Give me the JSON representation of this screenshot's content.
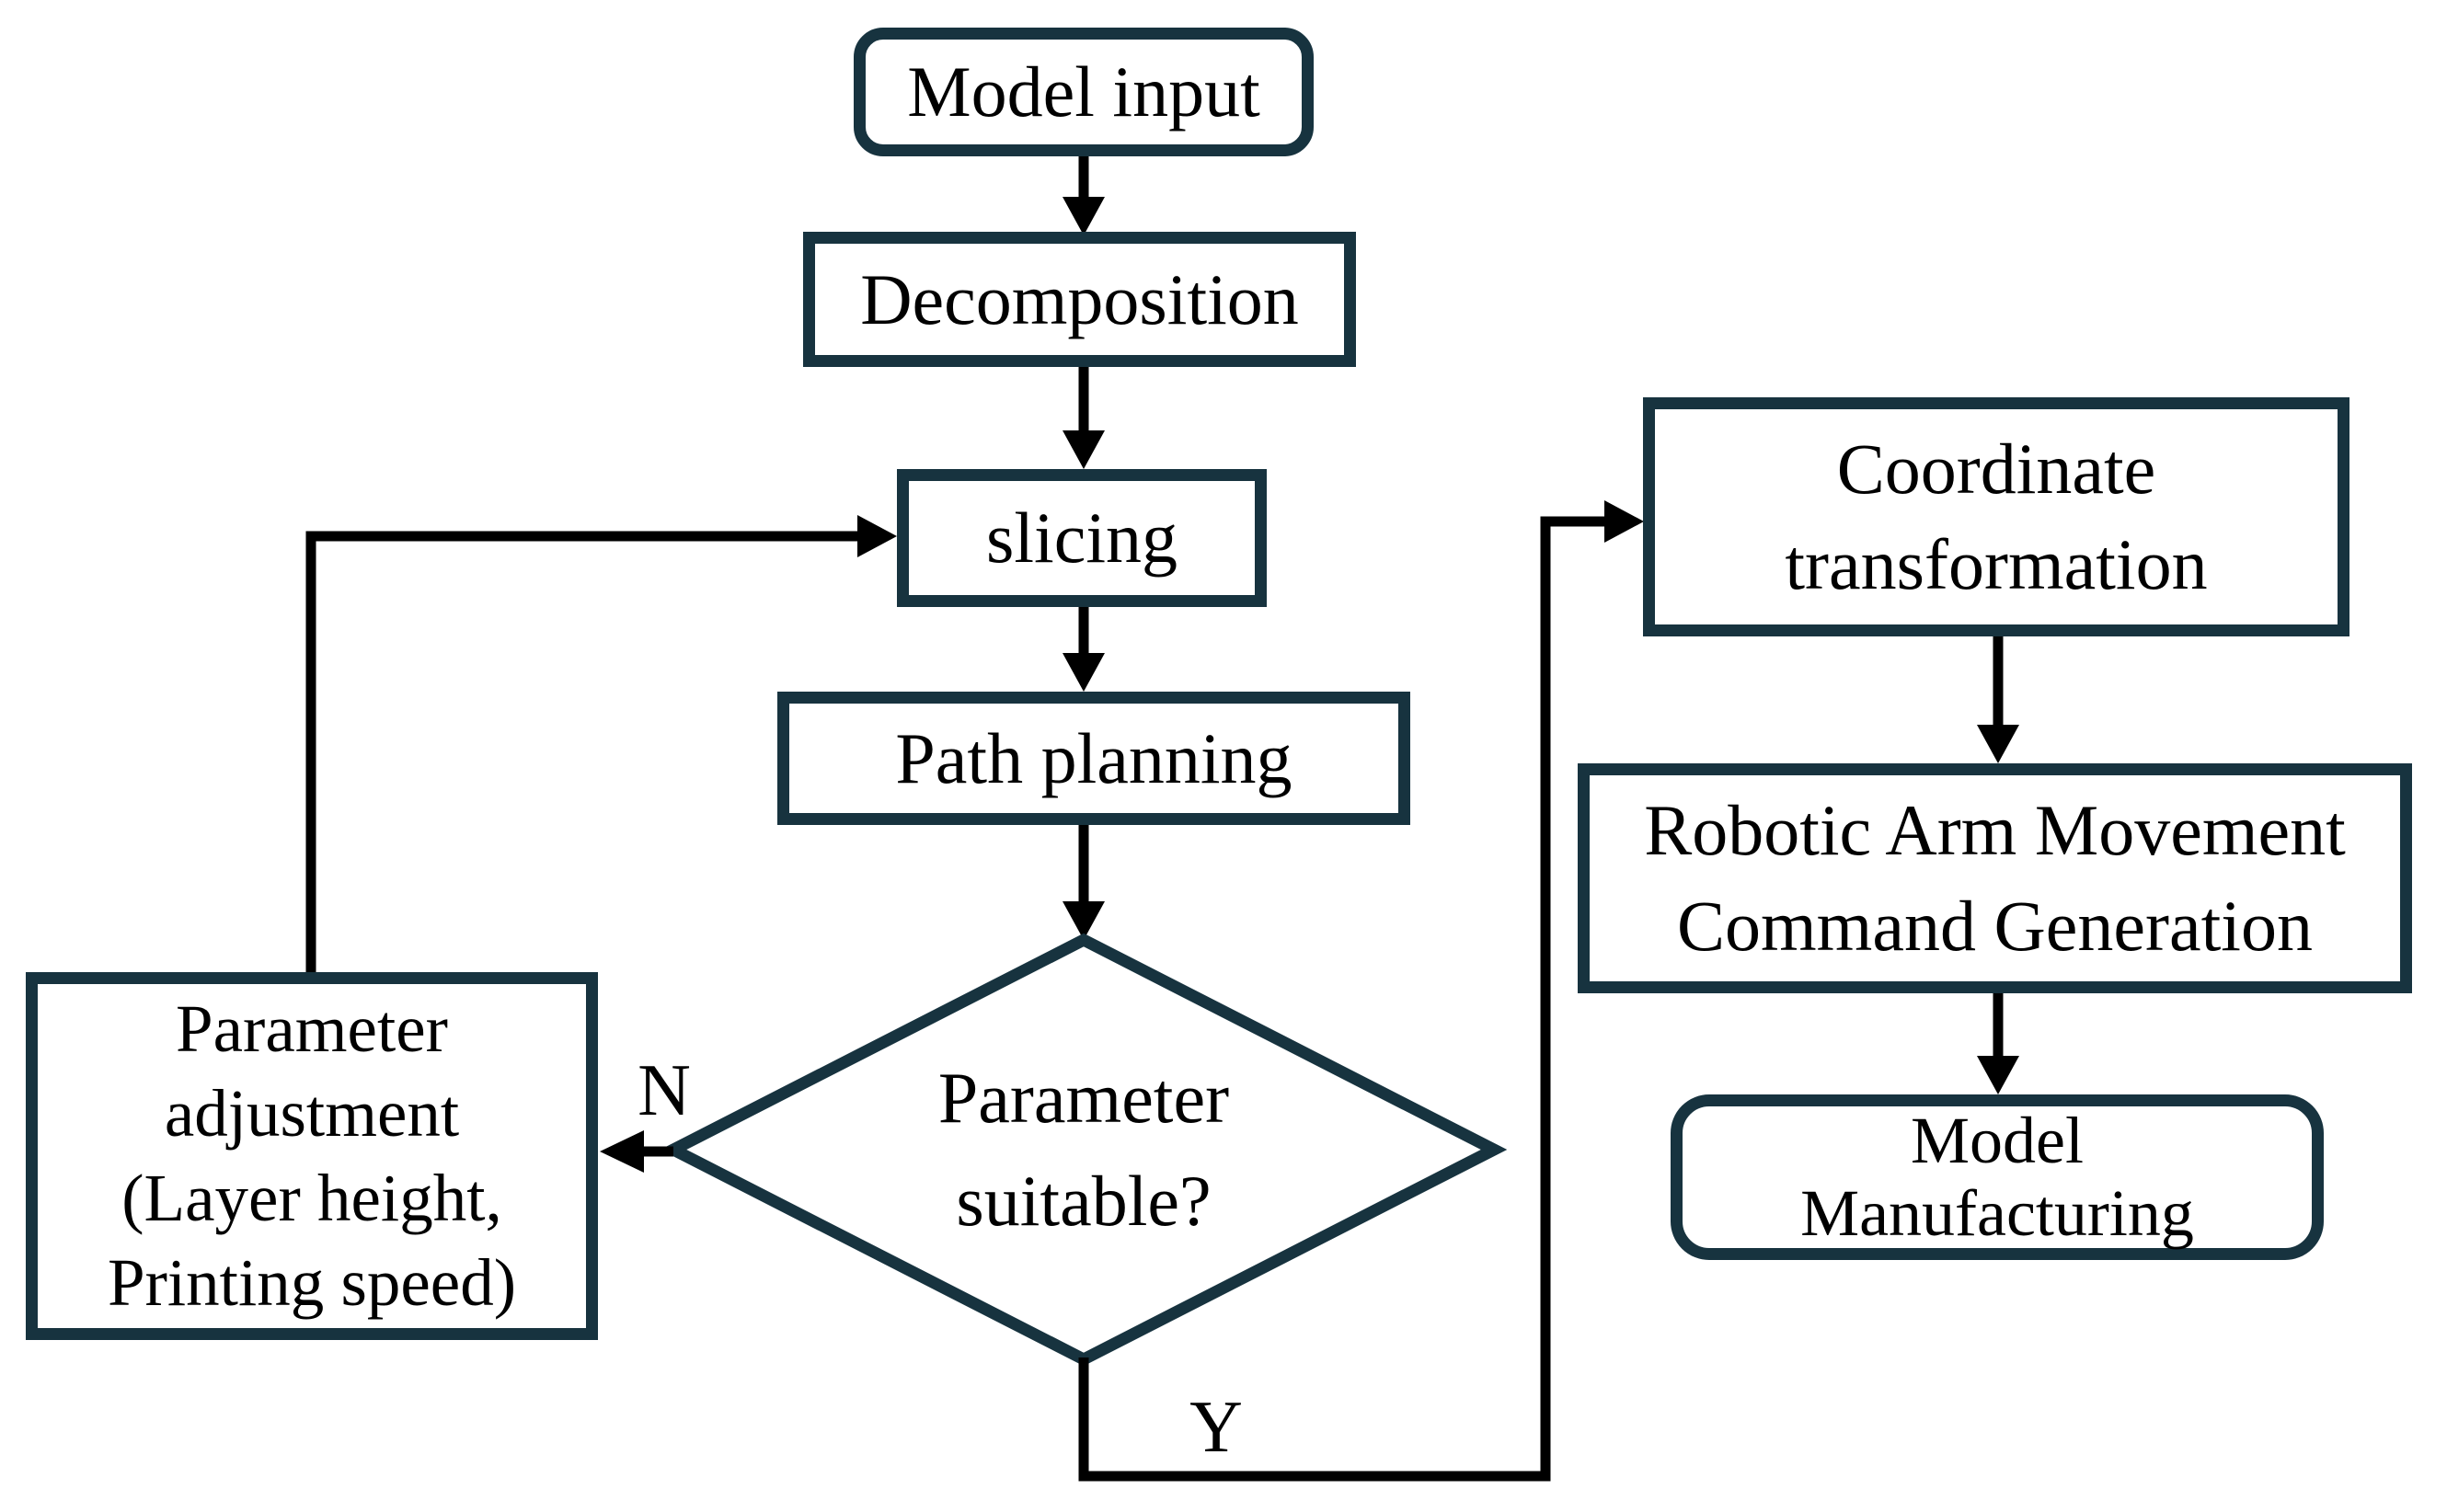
{
  "diagram": {
    "background": "#ffffff",
    "colors": {
      "box_border": "#17333f",
      "connector": "#000000",
      "text": "#000000"
    },
    "nodes": {
      "model_input": {
        "label": "Model input",
        "shape": "rounded-rectangle"
      },
      "decomposition": {
        "label": "Decomposition",
        "shape": "rectangle"
      },
      "slicing": {
        "label": "slicing",
        "shape": "rectangle"
      },
      "path_planning": {
        "label": "Path planning",
        "shape": "rectangle"
      },
      "parameter_suitable": {
        "label": "Parameter\nsuitable?",
        "shape": "diamond"
      },
      "parameter_adjustment": {
        "label": "Parameter\nadjustment\n(Layer height,\nPrinting speed)",
        "shape": "rectangle"
      },
      "coordinate_transformation": {
        "label": "Coordinate\ntransformation",
        "shape": "rectangle"
      },
      "robotic_arm_command": {
        "label": "Robotic Arm Movement\nCommand Generation",
        "shape": "rectangle"
      },
      "model_manufacturing": {
        "label": "Model\nManufacturing",
        "shape": "rounded-rectangle"
      }
    },
    "branch_labels": {
      "no": "N",
      "yes": "Y"
    },
    "edges": [
      {
        "from": "model_input",
        "to": "decomposition"
      },
      {
        "from": "decomposition",
        "to": "slicing"
      },
      {
        "from": "slicing",
        "to": "path_planning"
      },
      {
        "from": "path_planning",
        "to": "parameter_suitable"
      },
      {
        "from": "parameter_suitable",
        "to": "parameter_adjustment",
        "label": "N"
      },
      {
        "from": "parameter_adjustment",
        "to": "slicing"
      },
      {
        "from": "parameter_suitable",
        "to": "coordinate_transformation",
        "label": "Y"
      },
      {
        "from": "coordinate_transformation",
        "to": "robotic_arm_command"
      },
      {
        "from": "robotic_arm_command",
        "to": "model_manufacturing"
      }
    ]
  }
}
